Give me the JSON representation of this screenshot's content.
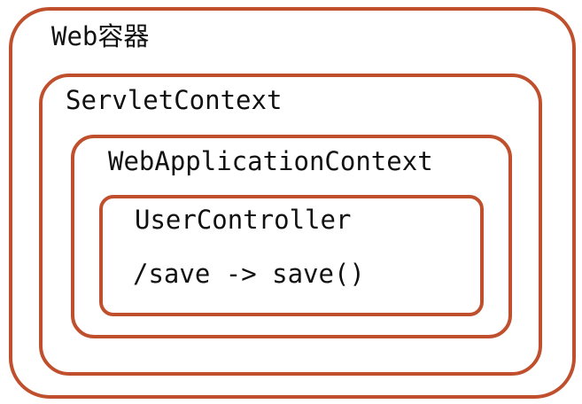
{
  "colors": {
    "border": "#c0502d",
    "text": "#111111",
    "background": "#ffffff"
  },
  "diagram": {
    "web_container": {
      "label": "Web容器"
    },
    "servlet_context": {
      "label": "ServletContext"
    },
    "web_application_context": {
      "label": "WebApplicationContext"
    },
    "user_controller": {
      "label": "UserController",
      "mapping": "/save -> save()"
    }
  }
}
